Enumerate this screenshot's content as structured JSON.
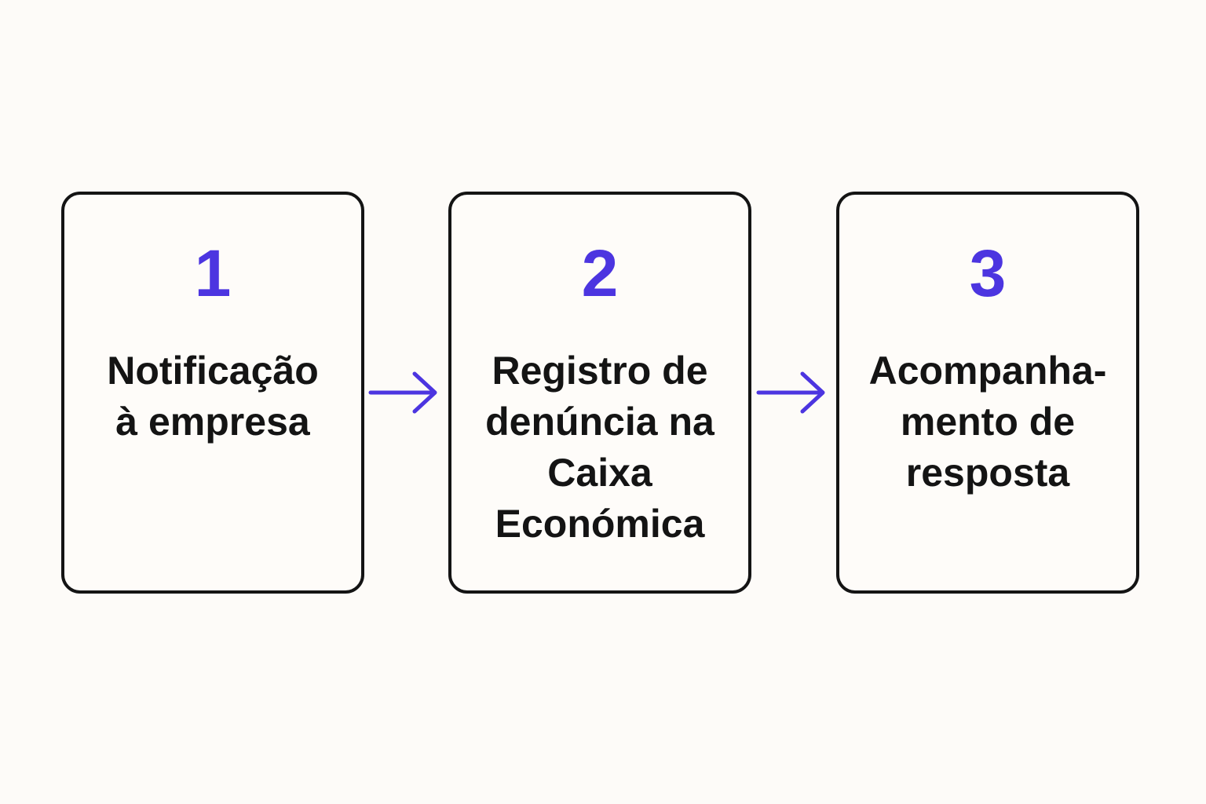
{
  "steps": [
    {
      "number": "1",
      "title": "Notificação\nà empresa"
    },
    {
      "number": "2",
      "title": "Registro de\ndenúncia na\nCaixa Económica"
    },
    {
      "number": "3",
      "title": "Acompanha-\nmento de\nresposta"
    }
  ],
  "colors": {
    "accent": "#4c35e0",
    "text": "#141414",
    "border": "#141414",
    "background": "#fdfbf8"
  },
  "icons": {
    "connector": "arrow-right-icon"
  }
}
